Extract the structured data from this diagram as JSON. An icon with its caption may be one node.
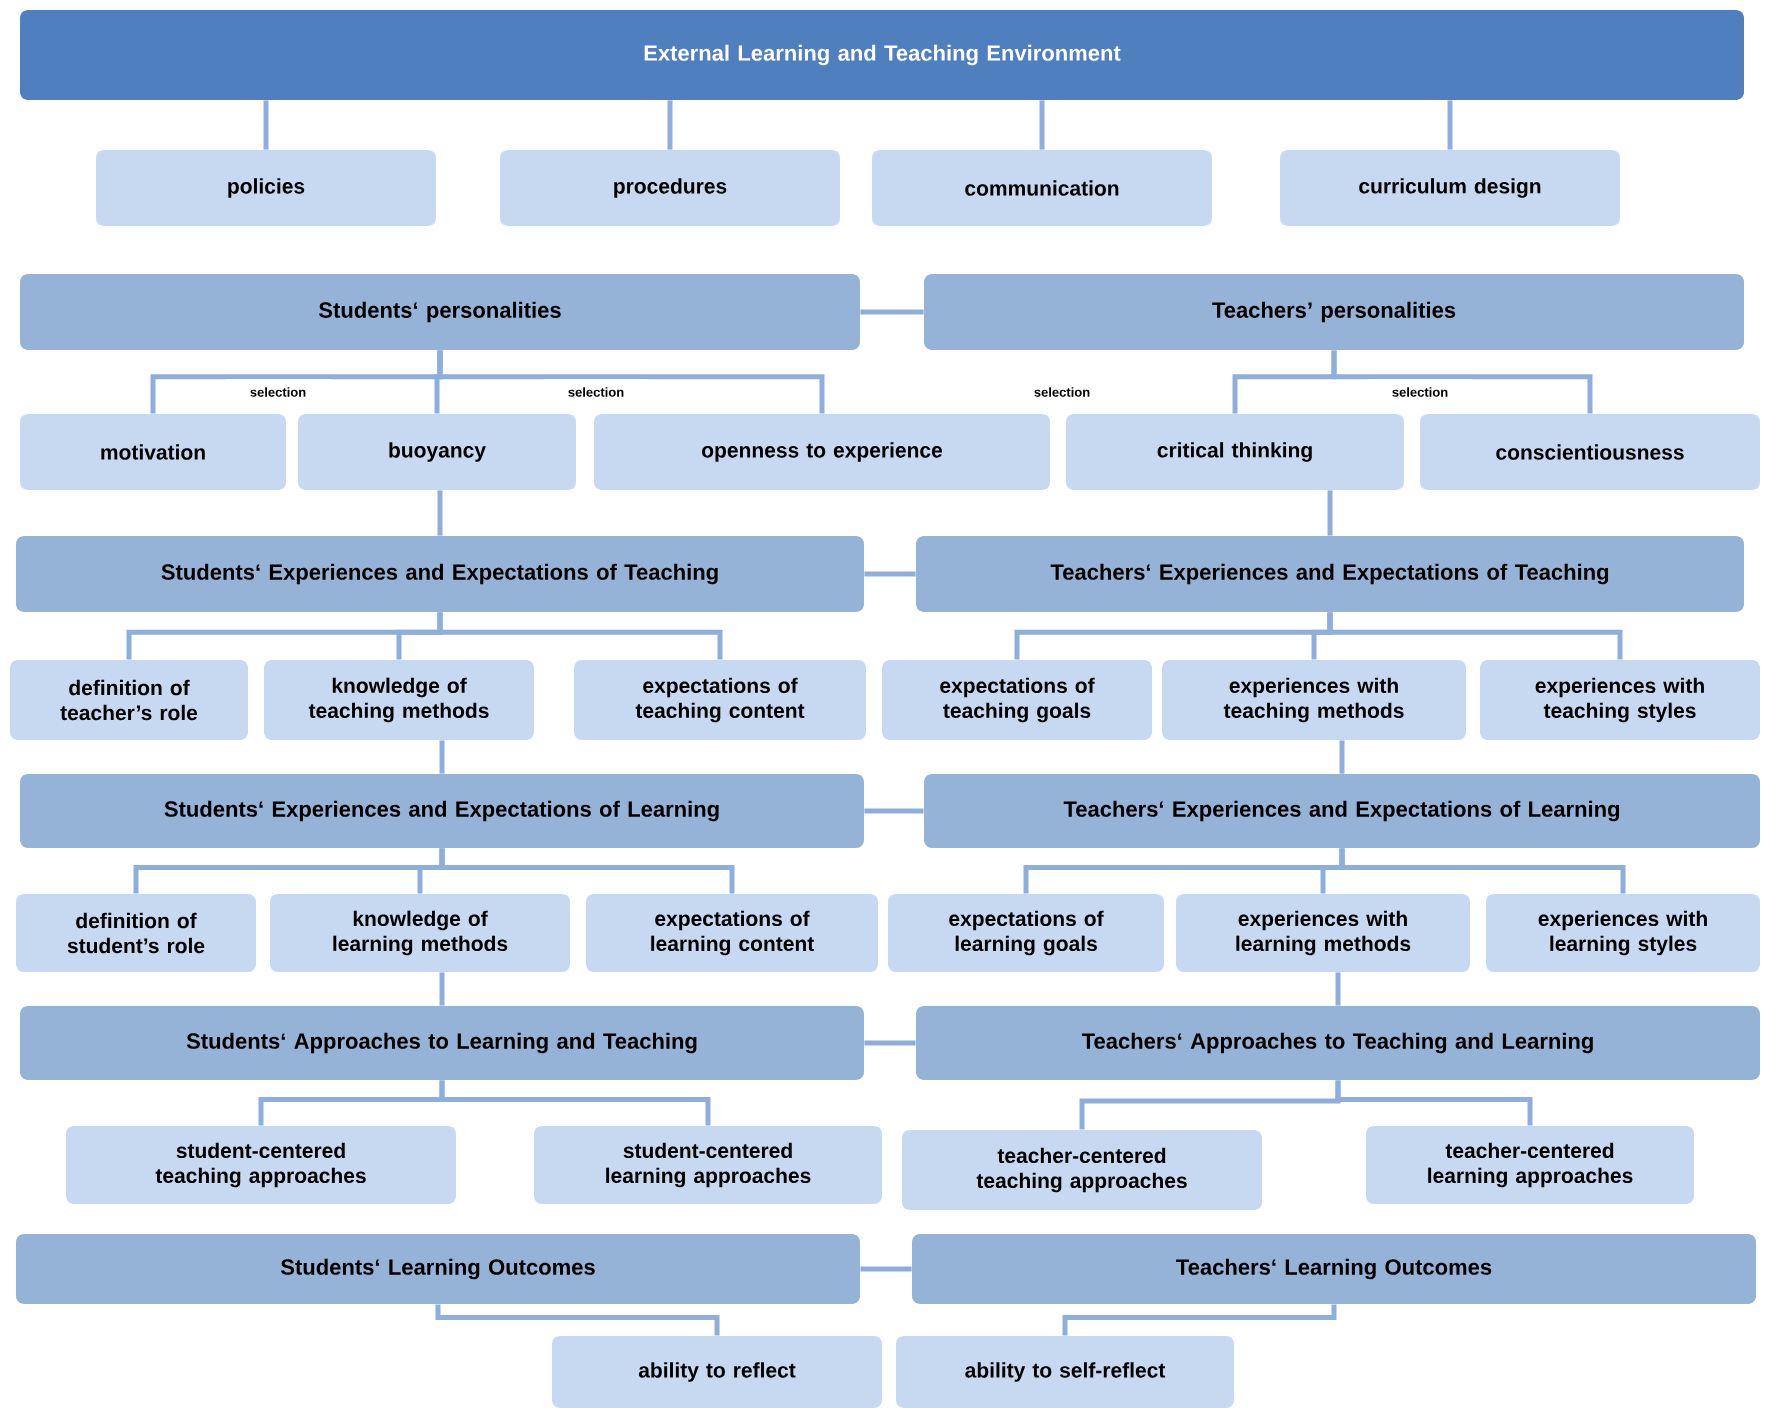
{
  "diagram": {
    "nodes": [
      {
        "text": [
          "External Learning and Teaching Environment"
        ]
      },
      {
        "text": [
          "policies"
        ]
      },
      {
        "text": [
          "procedures"
        ]
      },
      {
        "text": [
          "communication"
        ]
      },
      {
        "text": [
          "curriculum design"
        ]
      },
      {
        "text": [
          "Students‘ personalities"
        ]
      },
      {
        "text": [
          "Teachers’ personalities"
        ]
      },
      {
        "text": [
          "motivation"
        ]
      },
      {
        "text": [
          "buoyancy"
        ]
      },
      {
        "text": [
          "openness to experience"
        ]
      },
      {
        "text": [
          "critical thinking"
        ]
      },
      {
        "text": [
          "conscientiousness"
        ]
      },
      {
        "text": [
          "Students‘ Experiences and Expectations of Teaching"
        ]
      },
      {
        "text": [
          "Teachers‘ Experiences and Expectations of Teaching"
        ]
      },
      {
        "text": [
          "definition of teacher’s role"
        ]
      },
      {
        "text": [
          "knowledge of teaching methods"
        ]
      },
      {
        "text": [
          "expectations of teaching content"
        ]
      },
      {
        "text": [
          "expectations of teaching goals"
        ]
      },
      {
        "text": [
          "experiences with teaching methods"
        ]
      },
      {
        "text": [
          "experiences with teaching styles"
        ]
      },
      {
        "text": [
          "Students‘ Experiences and Expectations of Learning"
        ]
      },
      {
        "text": [
          "Teachers‘ Experiences and Expectations of Learning"
        ]
      },
      {
        "text": [
          "definition of student’s role"
        ]
      },
      {
        "text": [
          "knowledge of learning methods"
        ]
      },
      {
        "text": [
          "expectations of learning content"
        ]
      },
      {
        "text": [
          "expectations of learning goals"
        ]
      },
      {
        "text": [
          "experiences with learning methods"
        ]
      },
      {
        "text": [
          "experiences with learning styles"
        ]
      },
      {
        "text": [
          "Students‘ Approaches to Learning and Teaching"
        ]
      },
      {
        "text": [
          "Teachers‘ Approaches to Teaching and Learning"
        ]
      },
      {
        "text": [
          "student-centered teaching approaches"
        ]
      },
      {
        "text": [
          "student-centered learning approaches"
        ]
      },
      {
        "text": [
          "teacher-centered teaching approaches"
        ]
      },
      {
        "text": [
          "teacher-centered learning approaches"
        ]
      },
      {
        "text": [
          "Students‘ Learning Outcomes"
        ]
      },
      {
        "text": [
          "Teachers‘ Learning Outcomes"
        ]
      },
      {
        "text": [
          "ability to reflect"
        ]
      },
      {
        "text": [
          "ability to self-reflect"
        ]
      }
    ],
    "edges": [
      {
        "from": 0,
        "to": 1,
        "arrow": "none"
      },
      {
        "from": 0,
        "to": 2,
        "arrow": "none"
      },
      {
        "from": 0,
        "to": 3,
        "arrow": "none"
      },
      {
        "from": 0,
        "to": 4,
        "arrow": "none"
      },
      {
        "from": 5,
        "to": 6,
        "arrow": "none"
      },
      {
        "from": 5,
        "to": 7,
        "arrow": "none"
      },
      {
        "from": 5,
        "to": 8,
        "arrow": "none"
      },
      {
        "from": 5,
        "to": 9,
        "arrow": "none"
      },
      {
        "from": 6,
        "to": 10,
        "arrow": "none"
      },
      {
        "from": 6,
        "to": 11,
        "arrow": "none"
      },
      {
        "from": 8,
        "to": 12,
        "arrow": "none"
      },
      {
        "from": 10,
        "to": 13,
        "arrow": "none"
      },
      {
        "from": 12,
        "to": 13,
        "arrow": "none"
      },
      {
        "from": 12,
        "to": 14,
        "arrow": "none"
      },
      {
        "from": 12,
        "to": 15,
        "arrow": "none"
      },
      {
        "from": 12,
        "to": 16,
        "arrow": "none"
      },
      {
        "from": 13,
        "to": 17,
        "arrow": "none"
      },
      {
        "from": 13,
        "to": 18,
        "arrow": "none"
      },
      {
        "from": 13,
        "to": 19,
        "arrow": "none"
      },
      {
        "from": 15,
        "to": 20,
        "arrow": "none"
      },
      {
        "from": 18,
        "to": 21,
        "arrow": "none"
      },
      {
        "from": 20,
        "to": 21,
        "arrow": "none"
      },
      {
        "from": 20,
        "to": 22,
        "arrow": "none"
      },
      {
        "from": 20,
        "to": 23,
        "arrow": "none"
      },
      {
        "from": 20,
        "to": 24,
        "arrow": "none"
      },
      {
        "from": 21,
        "to": 25,
        "arrow": "none"
      },
      {
        "from": 21,
        "to": 26,
        "arrow": "none"
      },
      {
        "from": 21,
        "to": 27,
        "arrow": "none"
      },
      {
        "from": 23,
        "to": 28,
        "arrow": "none"
      },
      {
        "from": 26,
        "to": 29,
        "arrow": "none"
      },
      {
        "from": 28,
        "to": 29,
        "arrow": "none"
      },
      {
        "from": 28,
        "to": 30,
        "arrow": "none"
      },
      {
        "from": 28,
        "to": 31,
        "arrow": "none"
      },
      {
        "from": 29,
        "to": 32,
        "arrow": "none"
      },
      {
        "from": 29,
        "to": 33,
        "arrow": "none"
      },
      {
        "from": 34,
        "to": 35,
        "arrow": "none"
      },
      {
        "from": 34,
        "to": 36,
        "arrow": "none"
      },
      {
        "from": 35,
        "to": 37,
        "arrow": "none"
      }
    ],
    "labels": [
      "selection",
      "selection",
      "selection",
      "selection"
    ]
  }
}
